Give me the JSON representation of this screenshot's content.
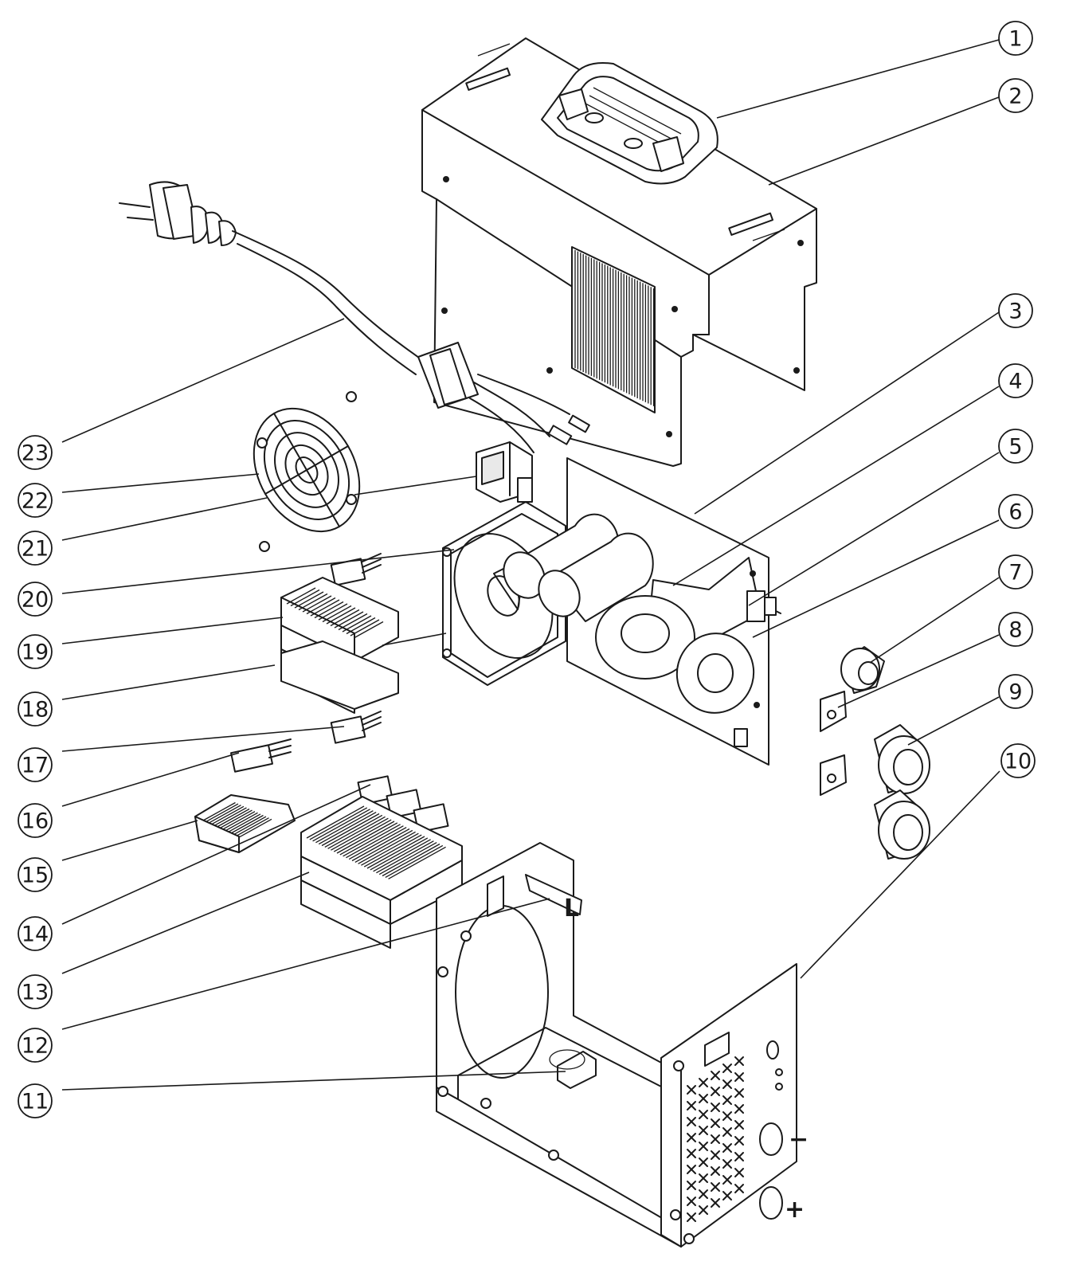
{
  "callouts": [
    {
      "label": "1"
    },
    {
      "label": "2"
    },
    {
      "label": "3"
    },
    {
      "label": "4"
    },
    {
      "label": "5"
    },
    {
      "label": "6"
    },
    {
      "label": "7"
    },
    {
      "label": "8"
    },
    {
      "label": "9"
    },
    {
      "label": "10"
    },
    {
      "label": "11"
    },
    {
      "label": "12"
    },
    {
      "label": "13"
    },
    {
      "label": "14"
    },
    {
      "label": "15"
    },
    {
      "label": "16"
    },
    {
      "label": "17"
    },
    {
      "label": "18"
    },
    {
      "label": "19"
    },
    {
      "label": "20"
    },
    {
      "label": "21"
    },
    {
      "label": "22"
    },
    {
      "label": "23"
    }
  ],
  "panel_markings": {
    "minus": "−",
    "plus": "+"
  },
  "colors": {
    "line": "#1a1a1a",
    "background": "#ffffff"
  }
}
